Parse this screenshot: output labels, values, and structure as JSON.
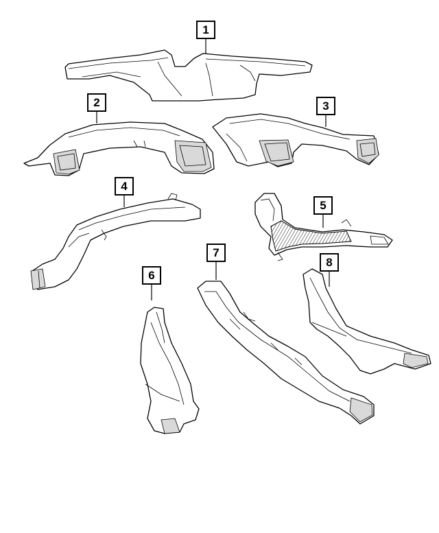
{
  "callouts": [
    {
      "id": "part-1",
      "label": "1"
    },
    {
      "id": "part-2",
      "label": "2"
    },
    {
      "id": "part-3",
      "label": "3"
    },
    {
      "id": "part-4",
      "label": "4"
    },
    {
      "id": "part-5",
      "label": "5"
    },
    {
      "id": "part-6",
      "label": "6"
    },
    {
      "id": "part-7",
      "label": "7"
    },
    {
      "id": "part-8",
      "label": "8"
    }
  ],
  "colors": {
    "line": "#000000",
    "background": "#ffffff",
    "shade": "#d9d9d9"
  }
}
